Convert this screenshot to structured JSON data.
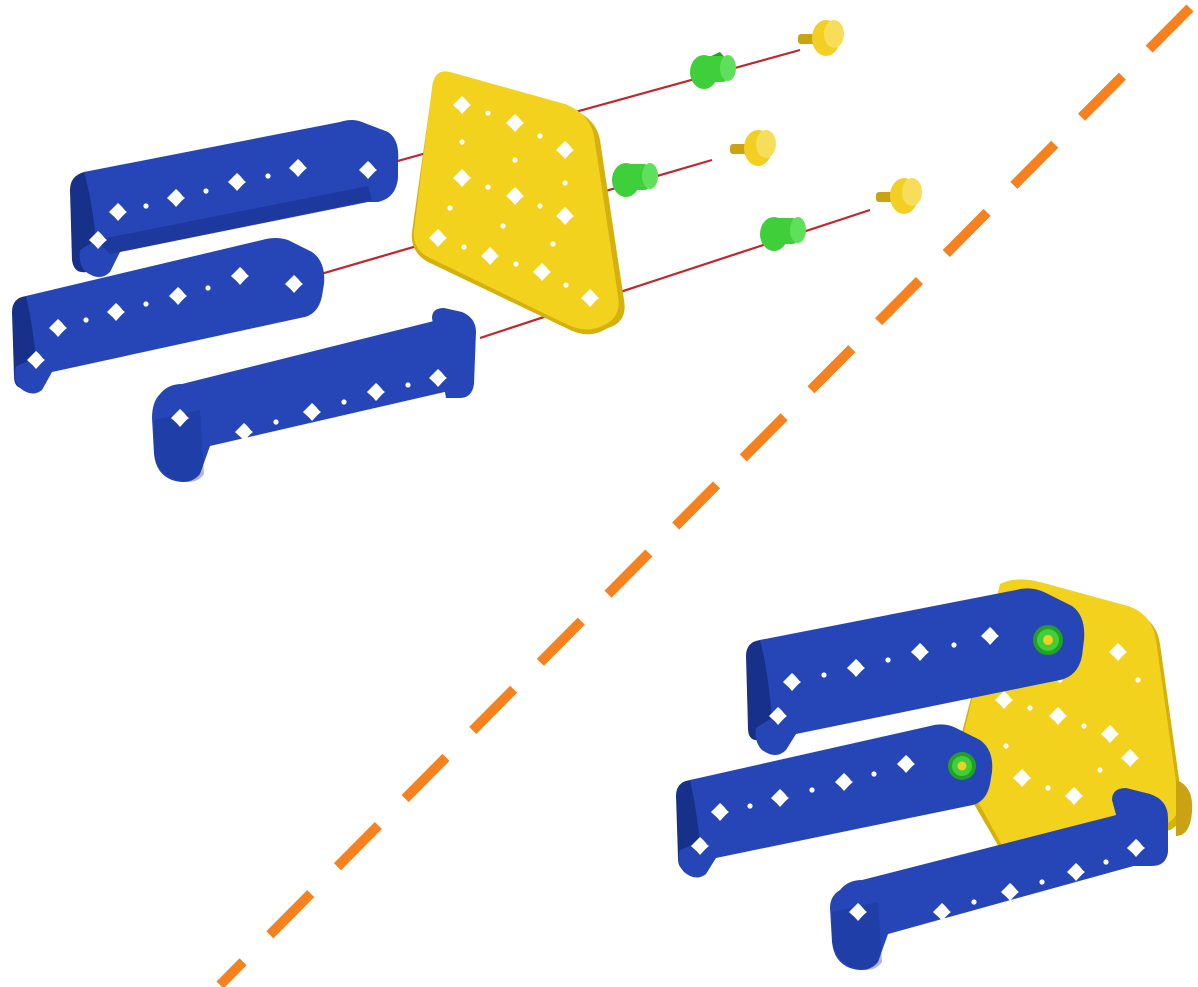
{
  "diagram": {
    "kind": "assembly-instruction",
    "colors": {
      "background": "#ffffff",
      "bracket": "#2646b8",
      "bracket_shadow": "#17308a",
      "plate": "#f2d21c",
      "plate_shadow": "#d4b10f",
      "nut": "#3fcf3a",
      "nut_shadow": "#22a122",
      "screw": "#f3cf24",
      "screw_shadow": "#c9a313",
      "guide_line": "#c0272d",
      "divider": "#f5821f"
    },
    "panels": [
      {
        "name": "exploded-view",
        "parts": [
          "blue-bracket",
          "blue-bracket",
          "blue-bracket",
          "yellow-plate",
          "green-nut",
          "green-nut",
          "green-nut",
          "yellow-screw",
          "yellow-screw",
          "yellow-screw"
        ]
      },
      {
        "name": "assembled-view",
        "parts": [
          "blue-bracket",
          "blue-bracket",
          "blue-bracket",
          "yellow-plate",
          "green-nut",
          "green-nut"
        ]
      }
    ],
    "divider_style": "dashed-diagonal"
  }
}
